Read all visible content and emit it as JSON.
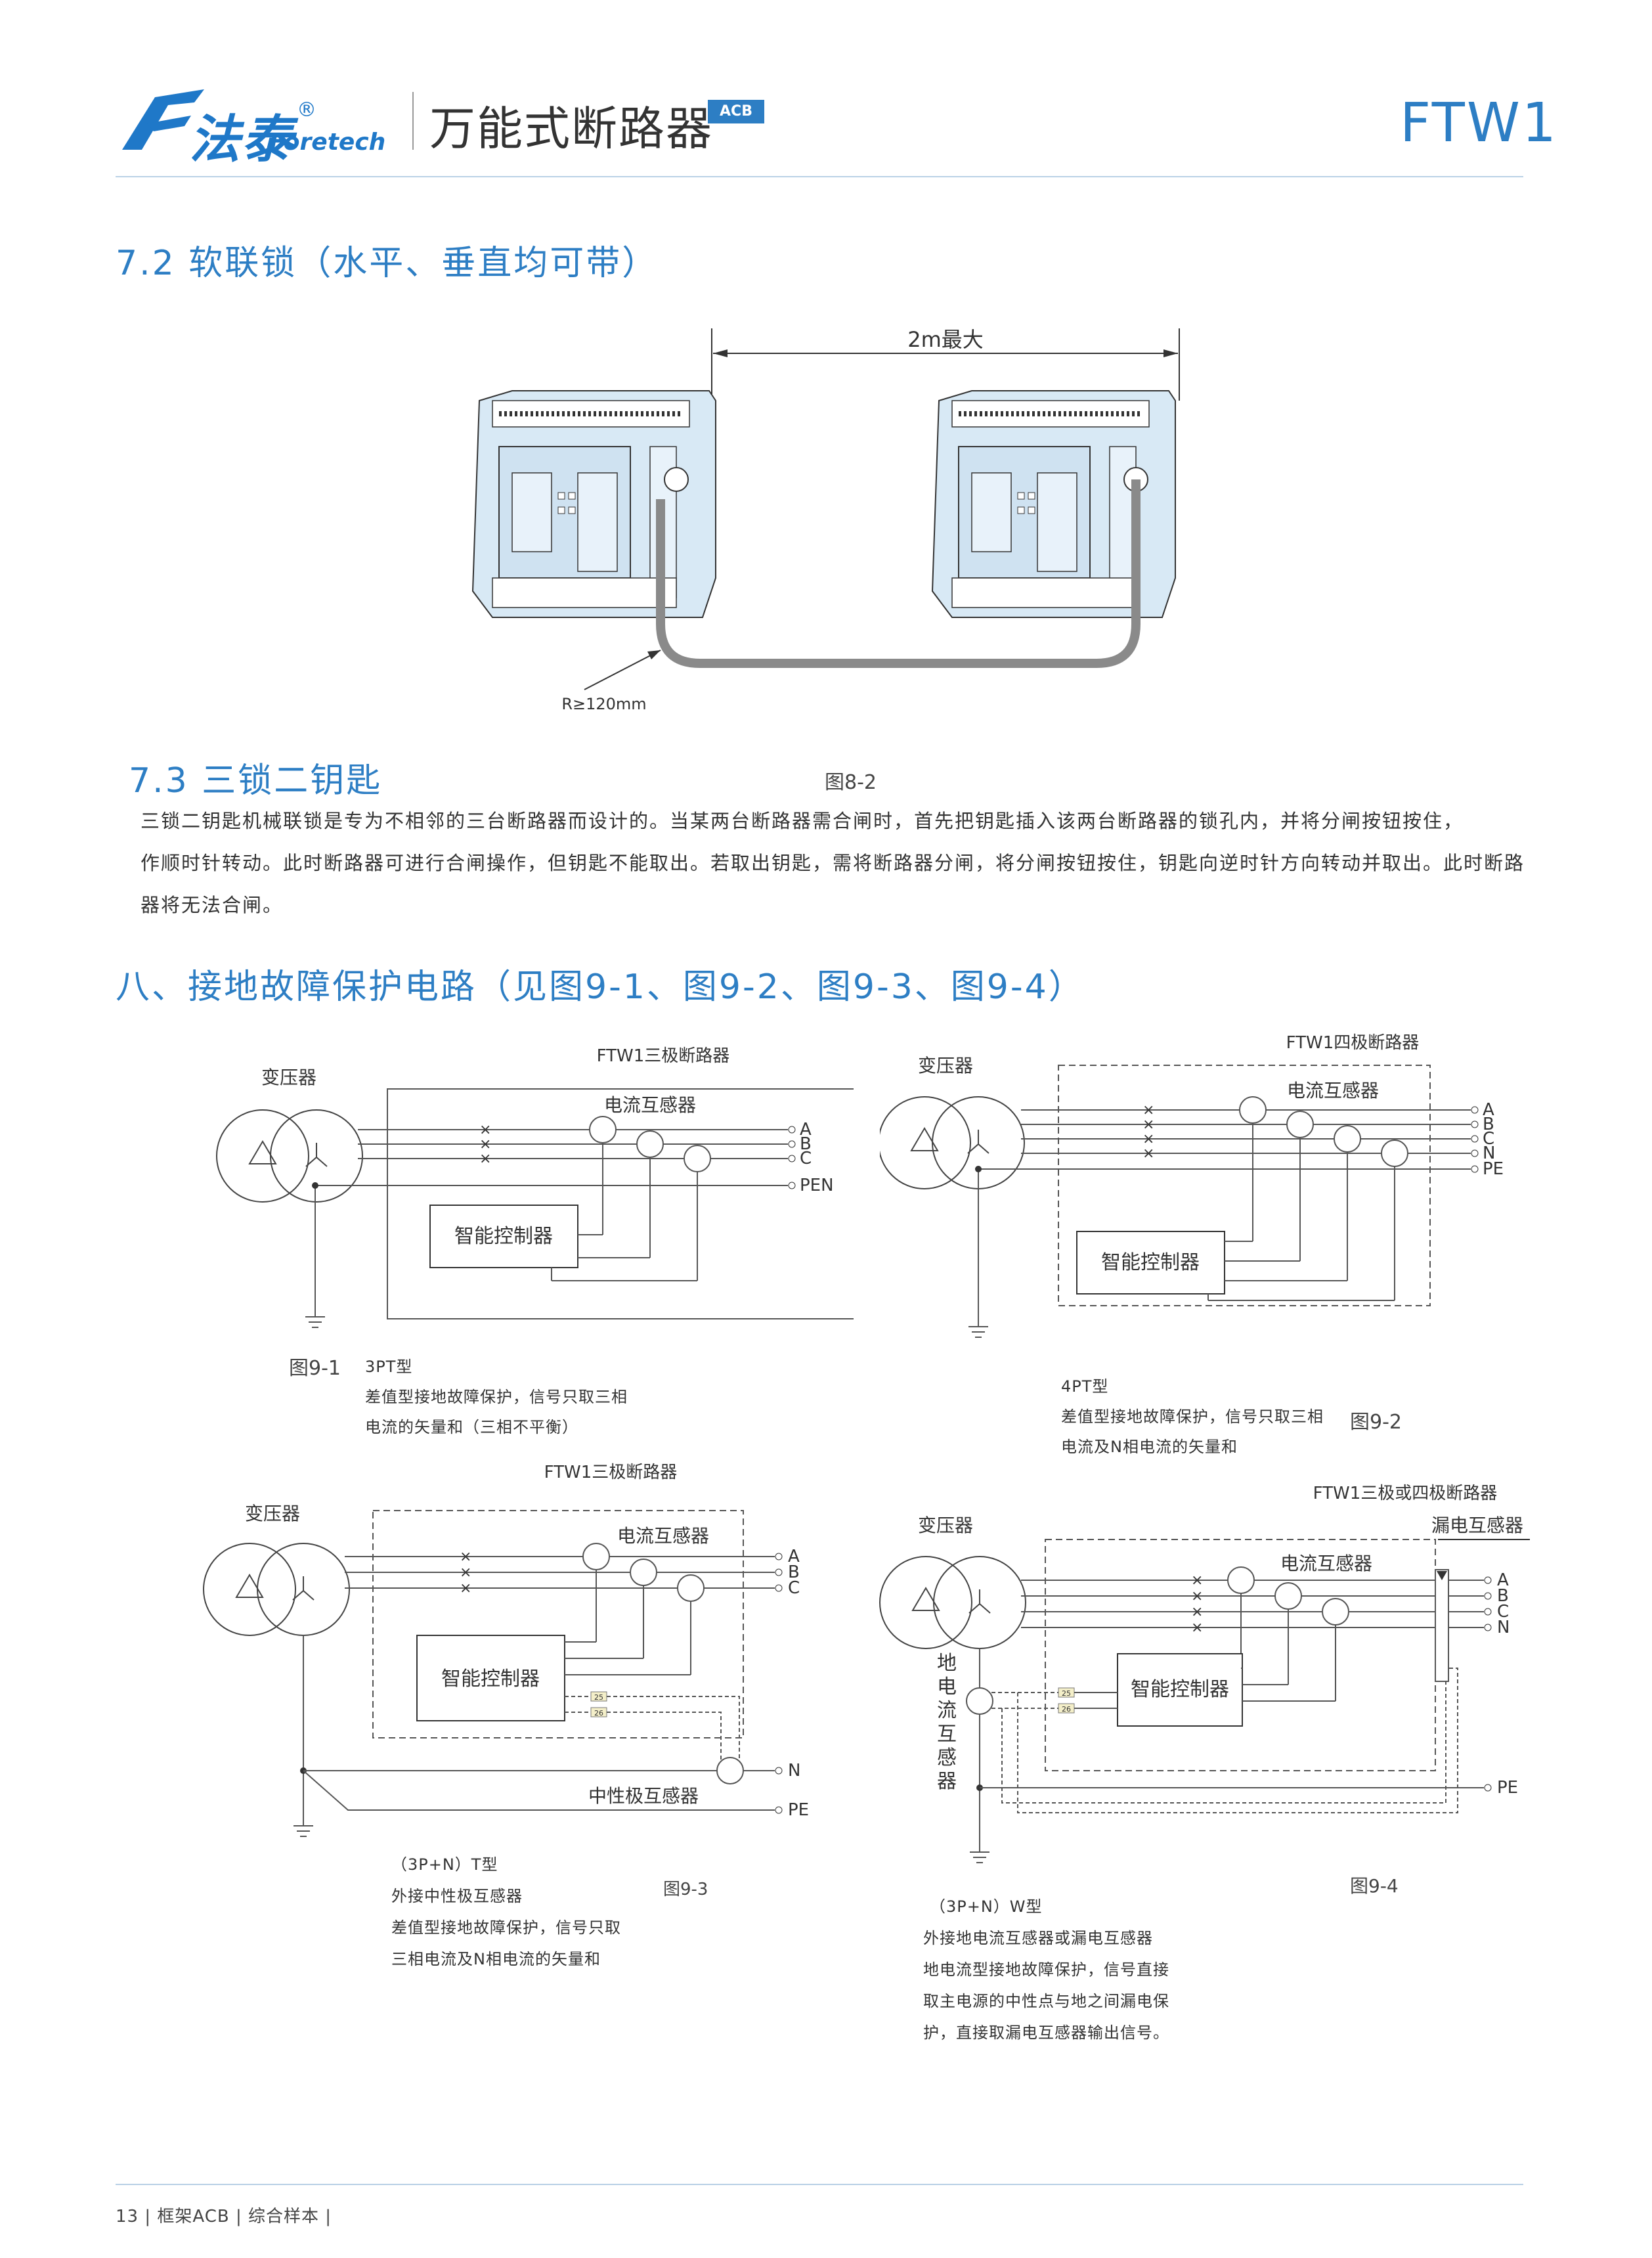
{
  "header": {
    "brand_cn": "法泰",
    "brand_reg": "®",
    "brand_en": "Foretech",
    "product_title": "万能式断路器",
    "badge": "ACB",
    "model": "FTW1"
  },
  "section_72": {
    "heading": "7.2   软联锁（水平、垂直均可带）",
    "dimension_label": "2m最大",
    "radius_label": "R≥120mm",
    "figure_caption": "图8-2"
  },
  "section_73": {
    "heading": "7.3   三锁二钥匙",
    "paragraph": [
      "三锁二钥匙机械联锁是专为不相邻的三台断路器而设计的。当某两台断路器需合闸时，首先把钥匙插入该两台断路器的锁孔内，并将分闸按钮按住，",
      "作顺时针转动。此时断路器可进行合闸操作，但钥匙不能取出。若取出钥匙，需将断路器分闸，将分闸按钮按住，钥匙向逆时针方向转动并取出。此时断路",
      "器将无法合闸。"
    ]
  },
  "section_8": {
    "heading": "八、接地故障保护电路（见图9-1、图9-2、图9-3、图9-4）"
  },
  "fig91": {
    "transformer": "变压器",
    "breaker": "FTW1三极断路器",
    "ct": "电流互感器",
    "controller": "智能控制器",
    "terminals": [
      "A",
      "B",
      "C",
      "PEN"
    ],
    "caption": "图9-1",
    "notes": [
      "3PT型",
      "差值型接地故障保护，信号只取三相",
      "电流的矢量和（三相不平衡）"
    ]
  },
  "fig92": {
    "transformer": "变压器",
    "breaker": "FTW1四极断路器",
    "ct": "电流互感器",
    "controller": "智能控制器",
    "terminals": [
      "A",
      "B",
      "C",
      "N",
      "PE"
    ],
    "caption": "图9-2",
    "notes": [
      "4PT型",
      "差值型接地故障保护，信号只取三相",
      "电流及N相电流的矢量和"
    ]
  },
  "fig93": {
    "transformer": "变压器",
    "breaker": "FTW1三极断路器",
    "ct": "电流互感器",
    "controller": "智能控制器",
    "pins": [
      "25",
      "26"
    ],
    "terminals": [
      "A",
      "B",
      "C",
      "N",
      "PE"
    ],
    "neutral_ct": "中性极互感器",
    "caption": "图9-3",
    "notes": [
      "（3P+N）T型",
      "外接中性极互感器",
      "差值型接地故障保护，信号只取",
      "三相电流及N相电流的矢量和"
    ]
  },
  "fig94": {
    "transformer": "变压器",
    "breaker": "FTW1三极或四极断路器",
    "ct": "电流互感器",
    "leak_ct": "漏电互感器",
    "ground_ct": [
      "地",
      "电",
      "流",
      "互",
      "感",
      "器"
    ],
    "controller": "智能控制器",
    "pins": [
      "25",
      "26"
    ],
    "terminals": [
      "A",
      "B",
      "C",
      "N",
      "PE"
    ],
    "caption": "图9-4",
    "notes": [
      "（3P+N）W型",
      "外接地电流互感器或漏电互感器",
      "地电流型接地故障保护，信号直接",
      "取主电源的中性点与地之间漏电保",
      "护，直接取漏电互感器输出信号。"
    ]
  },
  "footer": "13 | 框架ACB | 综合样本 |",
  "colors": {
    "accent": "#2d7ec4",
    "breaker_fill": "#d8e9f5",
    "cable": "#8a8a8a"
  }
}
